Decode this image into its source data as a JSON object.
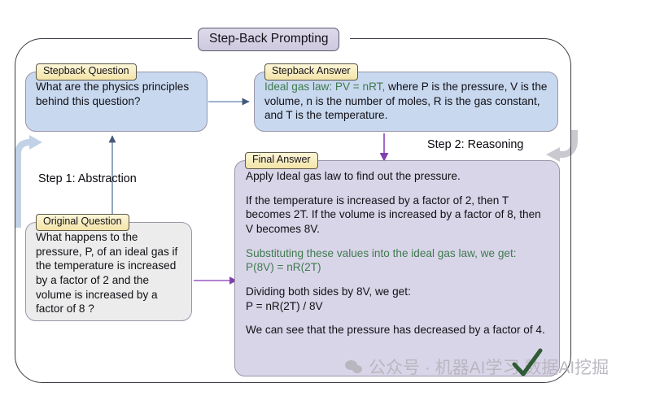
{
  "title": {
    "label": "Step-Back Prompting"
  },
  "nodes": {
    "stepback_question": {
      "tab": "Stepback Question",
      "text": "What are the physics principles behind this question?"
    },
    "stepback_answer": {
      "tab": "Stepback Answer",
      "text_green": "Ideal gas law: PV = nRT,",
      "text_rest": " where P is the pressure, V is the volume, n is the number of moles, R is the gas constant, and T is the temperature."
    },
    "original_question": {
      "tab": "Original Question",
      "text": "What happens to the pressure, P, of an ideal gas if the temperature is increased by a factor of 2 and the volume is increased by a factor of 8 ?"
    },
    "final_answer": {
      "tab": "Final Answer",
      "paragraph_1": "Apply Ideal gas law to find out the pressure.",
      "paragraph_2": "If the temperature is increased by a factor of 2, then T becomes 2T. If the volume is increased by a factor of 8, then V becomes 8V.",
      "paragraph_3_green": "Substituting these values into the ideal gas law, we get:\nP(8V) = nR(2T)",
      "paragraph_4": "Dividing both sides by 8V, we get:\nP = nR(2T) / 8V",
      "paragraph_5": "We can see that the pressure has decreased by a factor of 4."
    }
  },
  "steps": {
    "step1": "Step 1: Abstraction",
    "step2": "Step 2: Reasoning"
  },
  "watermark": {
    "text": "公众号 · 机器AI学习 数据AI挖掘"
  },
  "colors": {
    "blue_box": "#c8d8ef",
    "gray_box": "#ececec",
    "lavender_box": "#d9d5e8",
    "title_pill": "#d5d0e3",
    "tab_cream": "#f6e9b4",
    "green_text": "#3f7a4f",
    "purple_arrow": "#9b59c4",
    "blue_arrow": "#7e98bb",
    "frame_border": "#3e3a44"
  }
}
